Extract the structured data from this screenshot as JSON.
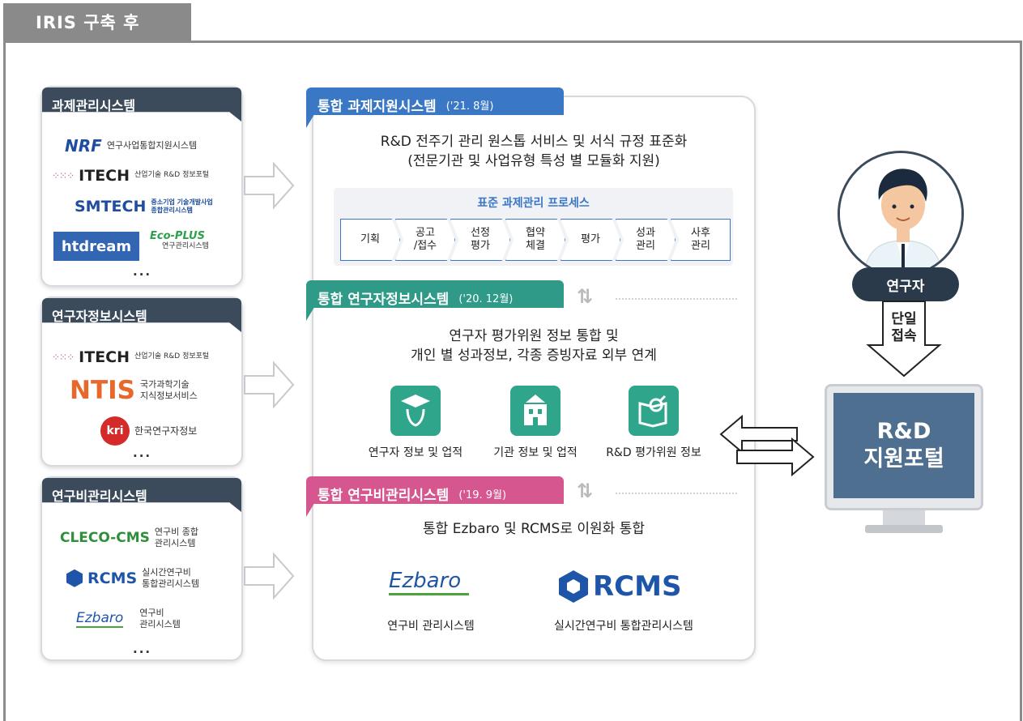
{
  "header": {
    "title": "IRIS 구축 후"
  },
  "left": {
    "task": {
      "title": "과제관리시스템",
      "nrf_logo": "NRF",
      "nrf_sub": "연구사업통합지원시스템",
      "itech_logo": "ITECH",
      "itech_sub": "산업기술 R&D 정보포털",
      "smtech_logo": "SMTECH",
      "smtech_sub1": "중소기업 기술개발사업",
      "smtech_sub2": "종합관리시스템",
      "htdream_logo": "htdream",
      "ecoplus_logo": "Eco-PLUS",
      "ecoplus_sub": "연구관리시스템",
      "more": "..."
    },
    "researcher": {
      "title": "연구자정보시스템",
      "itech_logo": "ITECH",
      "itech_sub": "산업기술 R&D 정보포털",
      "ntis_logo": "NTIS",
      "ntis_sub1": "국가과학기술",
      "ntis_sub2": "지식정보서비스",
      "kri_logo": "kri",
      "kri_sub": "한국연구자정보",
      "more": "..."
    },
    "budget": {
      "title": "연구비관리시스템",
      "cleco_logo": "CLECO-CMS",
      "cleco_sub1": "연구비 종합",
      "cleco_sub2": "관리시스템",
      "rcms_logo": "RCMS",
      "rcms_sub1": "실시간연구비",
      "rcms_sub2": "통합관리시스템",
      "ezbaro_logo": "Ezbaro",
      "ezbaro_sub1": "연구비",
      "ezbaro_sub2": "관리시스템",
      "more": "..."
    }
  },
  "center": {
    "task": {
      "title": "통합 과제지원시스템",
      "date": "('21. 8월)",
      "desc1": "R&D 전주기 관리 원스톱 서비스 및 서식 규정 표준화",
      "desc2": "(전문기관 및 사업유형 특성 별 모듈화 지원)",
      "process_title": "표준 과제관리 프로세스",
      "steps": [
        {
          "l1": "기획",
          "l2": ""
        },
        {
          "l1": "공고",
          "l2": "/접수"
        },
        {
          "l1": "선정",
          "l2": "평가"
        },
        {
          "l1": "협약",
          "l2": "체결"
        },
        {
          "l1": "평가",
          "l2": ""
        },
        {
          "l1": "성과",
          "l2": "관리"
        },
        {
          "l1": "사후",
          "l2": "관리"
        }
      ]
    },
    "researcher": {
      "title": "통합 연구자정보시스템",
      "date": "('20. 12월)",
      "desc1": "연구자 평가위원 정보 통합 및",
      "desc2": "개인 별 성과정보, 각종 증빙자료 외부 연계",
      "icon1": "연구자 정보 및 업적",
      "icon2": "기관 정보 및 업적",
      "icon3": "R&D 평가위원 정보"
    },
    "budget": {
      "title": "통합 연구비관리시스템",
      "date": "('19. 9월)",
      "desc": "통합 Ezbaro 및 RCMS로 이원화 통합",
      "ezbaro_logo": "Ezbaro",
      "ezbaro_label": "연구비 관리시스템",
      "rcms_logo": "RCMS",
      "rcms_label": "실시간연구비 통합관리시스템"
    }
  },
  "right": {
    "researcher_label": "연구자",
    "access_l1": "단일",
    "access_l2": "접속",
    "portal_l1": "R&D",
    "portal_l2": "지원포털"
  },
  "colors": {
    "task_blue": "#3a78c6",
    "researcher_green": "#2e9a87",
    "budget_pink": "#d6578f",
    "dark_header": "#3b4b5c",
    "monitor_blue": "#4f6f91"
  }
}
